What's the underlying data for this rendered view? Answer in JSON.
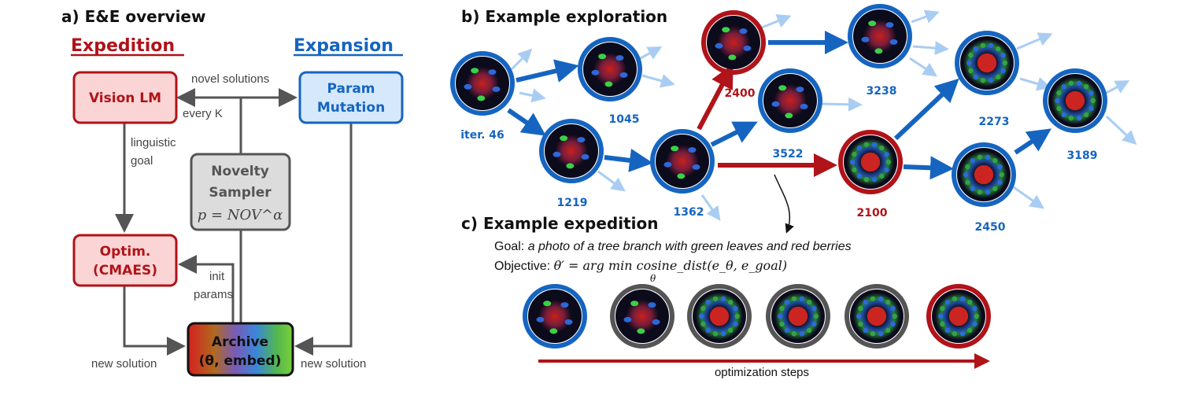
{
  "panel_a": {
    "title": "a) E&E overview",
    "expedition_header": "Expedition",
    "expansion_header": "Expansion",
    "vision_lm": "Vision LM",
    "param_mutation": [
      "Param",
      "Mutation"
    ],
    "novelty_sampler": [
      "Novelty",
      "Sampler"
    ],
    "novelty_formula": "p = NOV^α",
    "optim": [
      "Optim.",
      "(CMAES)"
    ],
    "archive": [
      "Archive",
      "(θ, embed)"
    ],
    "novel_solutions": "novel solutions",
    "every_k": "every K",
    "linguistic_goal": [
      "linguistic",
      "goal"
    ],
    "init_params": [
      "init",
      "params"
    ],
    "new_solution_left": "new solution",
    "new_solution_right": "new solution"
  },
  "panel_b": {
    "title": "b) Example exploration",
    "nodes": [
      {
        "id": "n46",
        "label": "iter. 46",
        "type": "expansion"
      },
      {
        "id": "n1045",
        "label": "1045",
        "type": "expansion"
      },
      {
        "id": "n1219",
        "label": "1219",
        "type": "expansion"
      },
      {
        "id": "n1362",
        "label": "1362",
        "type": "expansion"
      },
      {
        "id": "n2400",
        "label": "2400",
        "type": "expedition"
      },
      {
        "id": "n3238",
        "label": "3238",
        "type": "expansion"
      },
      {
        "id": "n3522",
        "label": "3522",
        "type": "expansion"
      },
      {
        "id": "n2100",
        "label": "2100",
        "type": "expedition"
      },
      {
        "id": "n2273",
        "label": "2273",
        "type": "expansion"
      },
      {
        "id": "n2450",
        "label": "2450",
        "type": "expansion"
      },
      {
        "id": "n3189",
        "label": "3189",
        "type": "expansion"
      }
    ]
  },
  "panel_c": {
    "title": "c) Example expedition",
    "goal_prefix": "Goal: ",
    "goal_text": "a photo of a tree branch with green leaves and red berries",
    "objective_prefix": "Objective: ",
    "objective_formula": "θ′ = arg min cosine_dist(e_θ, e_goal)",
    "objective_sub": "θ",
    "steps_label": "optimization steps"
  },
  "colors": {
    "expedition_red": "#b01319",
    "expansion_blue": "#1565c0",
    "light_blue_arrow": "#a9cdf2",
    "gray": "#555555"
  }
}
